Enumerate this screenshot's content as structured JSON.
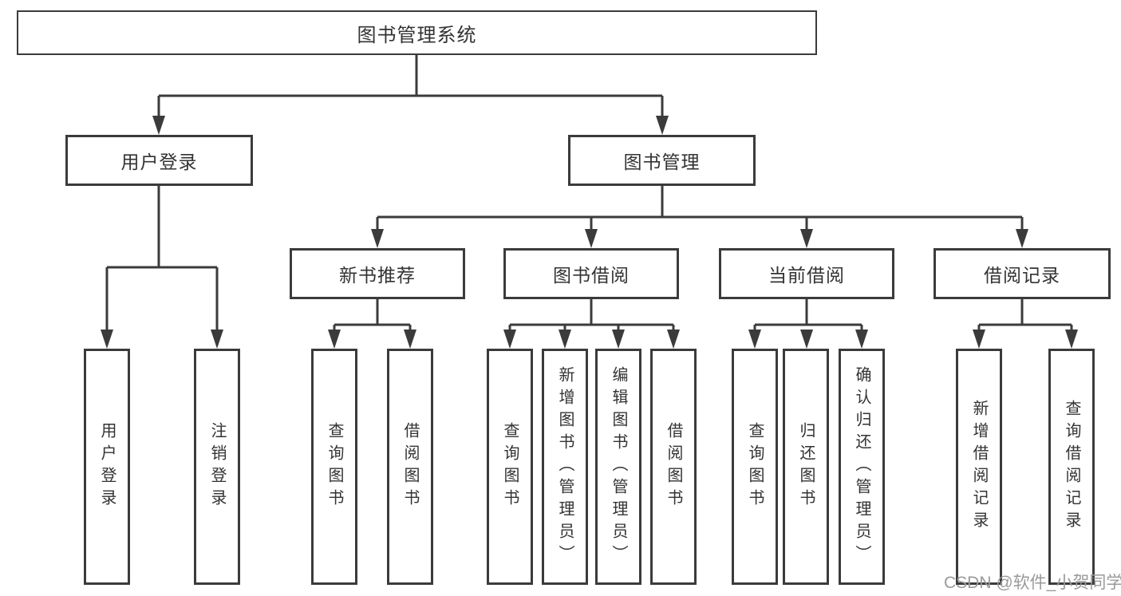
{
  "diagram": {
    "root": "图书管理系统",
    "children": [
      {
        "label": "用户登录",
        "children": [
          "用户登录",
          "注销登录"
        ]
      },
      {
        "label": "图书管理",
        "children": [
          {
            "label": "新书推荐",
            "children": [
              "查询图书",
              "借阅图书"
            ]
          },
          {
            "label": "图书借阅",
            "children": [
              "查询图书",
              "新增图书（管理员）",
              "编辑图书（管理员）",
              "借阅图书"
            ]
          },
          {
            "label": "当前借阅",
            "children": [
              "查询图书",
              "归还图书",
              "确认归还（管理员）"
            ]
          },
          {
            "label": "借阅记录",
            "children": [
              "新增借阅记录",
              "查询借阅记录"
            ]
          }
        ]
      }
    ]
  },
  "watermark": {
    "text": "CSDN @软件_小贺同学"
  },
  "colors": {
    "line": "#3b3b3b",
    "text": "#333333",
    "watermark": "#9a9a9a",
    "background": "#ffffff"
  }
}
